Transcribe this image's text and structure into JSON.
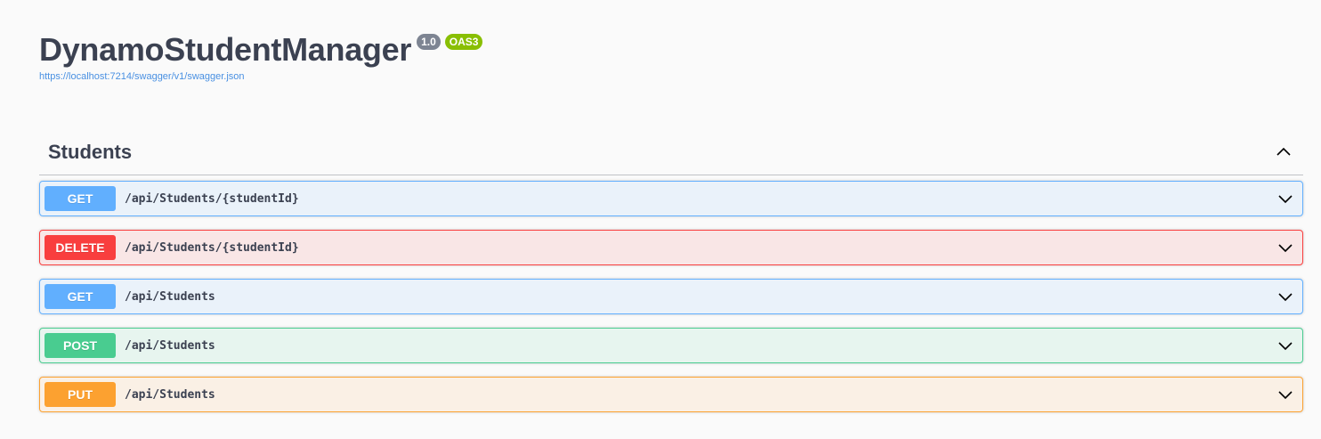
{
  "info": {
    "title": "DynamoStudentManager",
    "version_badge": "1.0",
    "oas_badge": "OAS3",
    "spec_url": "https://localhost:7214/swagger/v1/swagger.json"
  },
  "tag": {
    "name": "Students",
    "toggle_icon": "chevron-up-icon",
    "operations": [
      {
        "method": "GET",
        "path": "/api/Students/{studentId}",
        "color": "#61affe",
        "icon": "chevron-down-icon"
      },
      {
        "method": "DELETE",
        "path": "/api/Students/{studentId}",
        "color": "#f93e3e",
        "icon": "chevron-down-icon"
      },
      {
        "method": "GET",
        "path": "/api/Students",
        "color": "#61affe",
        "icon": "chevron-down-icon"
      },
      {
        "method": "POST",
        "path": "/api/Students",
        "color": "#49cc90",
        "icon": "chevron-down-icon"
      },
      {
        "method": "PUT",
        "path": "/api/Students",
        "color": "#fca130",
        "icon": "chevron-down-icon"
      }
    ]
  },
  "colors": {
    "text": "#3b4151",
    "link": "#4990e2",
    "version_badge": "#7d8492",
    "oas_badge": "#89bf04",
    "background": "#fafafa"
  }
}
